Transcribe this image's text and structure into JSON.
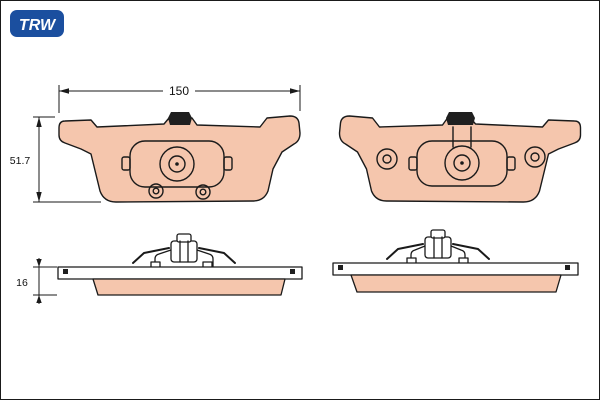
{
  "brand": {
    "logo_text": "TRW"
  },
  "dimensions": {
    "width_mm": "150",
    "height_mm": "51.7",
    "thickness_mm": "16"
  },
  "colors": {
    "friction_material": "#f5c6ad",
    "outline": "#1a1a1a",
    "logo_blue": "#1b4f9f",
    "background": "#ffffff"
  }
}
